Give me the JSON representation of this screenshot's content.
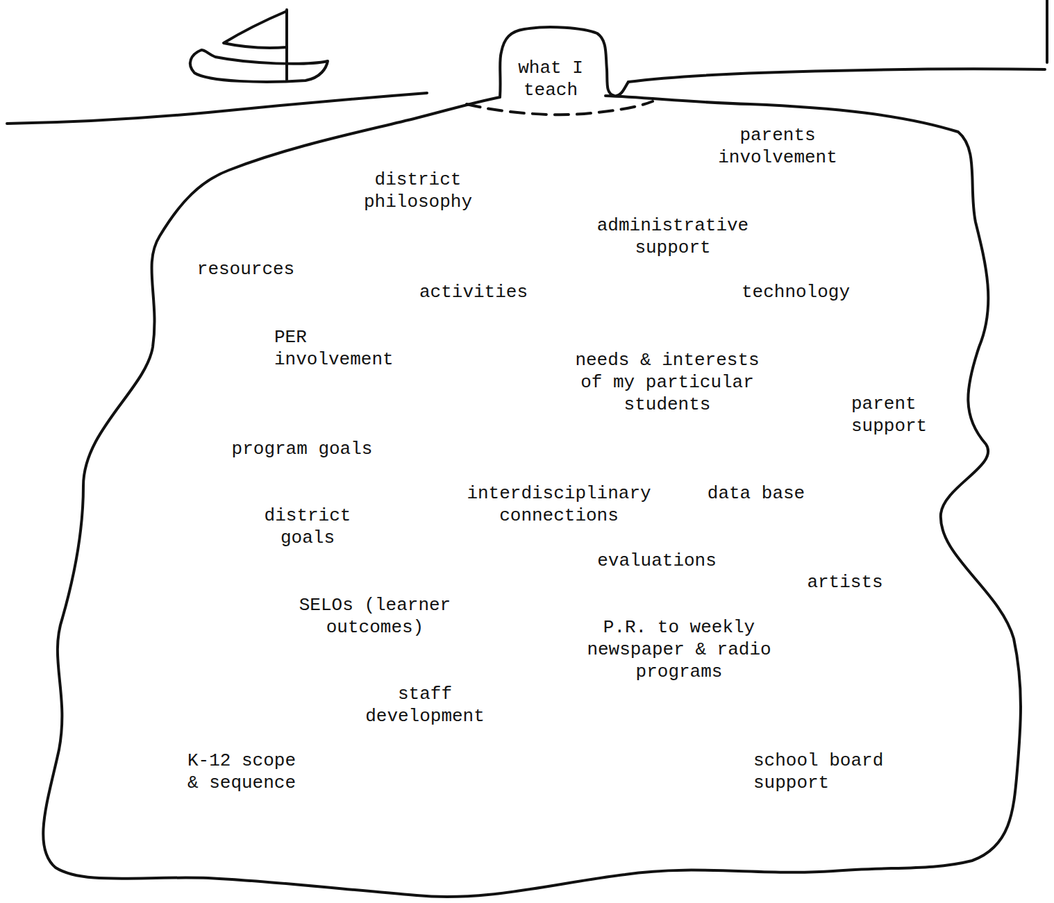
{
  "diagram": {
    "nodes": [
      {
        "text": [
          "what I teach"
        ]
      },
      {
        "text": [
          "parents involvement",
          "district philosophy",
          "administrative support",
          "resources",
          "activities",
          "technology",
          "PER involvement",
          "needs & interests of my particular students",
          "parent support",
          "program goals",
          "interdisciplinary connections",
          "data base",
          "district goals",
          "evaluations",
          "artists",
          "SELOs (learner outcomes)",
          "P.R. to weekly newspaper & radio programs",
          "staff development",
          "K-12 scope & sequence",
          "school board support"
        ]
      }
    ]
  }
}
